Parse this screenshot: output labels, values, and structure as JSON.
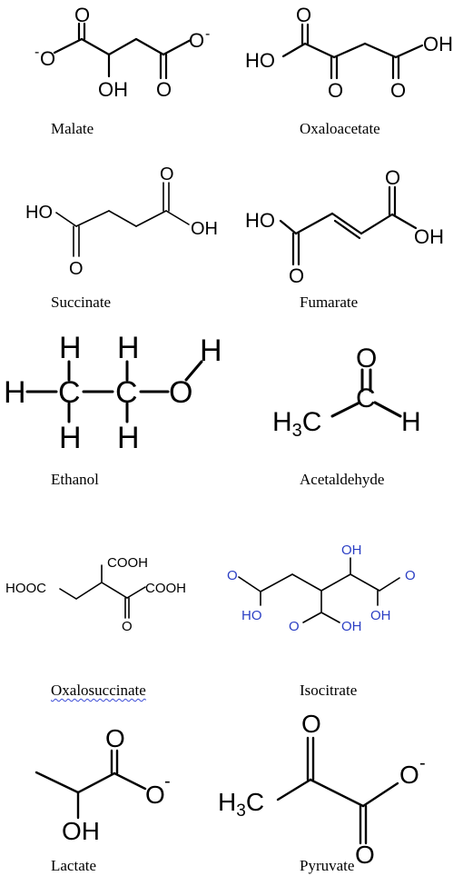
{
  "labels": {
    "malate": "Malate",
    "oxaloacetate": "Oxaloacetate",
    "succinate": "Succinate",
    "fumarate": "Fumarate",
    "ethanol": "Ethanol",
    "acetaldehyde": "Acetaldehyde",
    "oxalosuccinate": "Oxalosuccinate",
    "isocitrate": "Isocitrate",
    "lactate": "Lactate",
    "pyruvate": "Pyruvate"
  },
  "atoms": {
    "O": "O",
    "H": "H",
    "C": "C",
    "OH": "OH",
    "HO": "HO",
    "minus": "-",
    "H3C_main": "H",
    "H3C_sub": "3",
    "H3C_tail": "C",
    "COOH": "COOH",
    "HOOC": "HOOC"
  },
  "colors": {
    "ink": "#000000",
    "isocitrate_atoms": "#2b3fc4",
    "spellcheck_underline": "#3b4bd6"
  }
}
